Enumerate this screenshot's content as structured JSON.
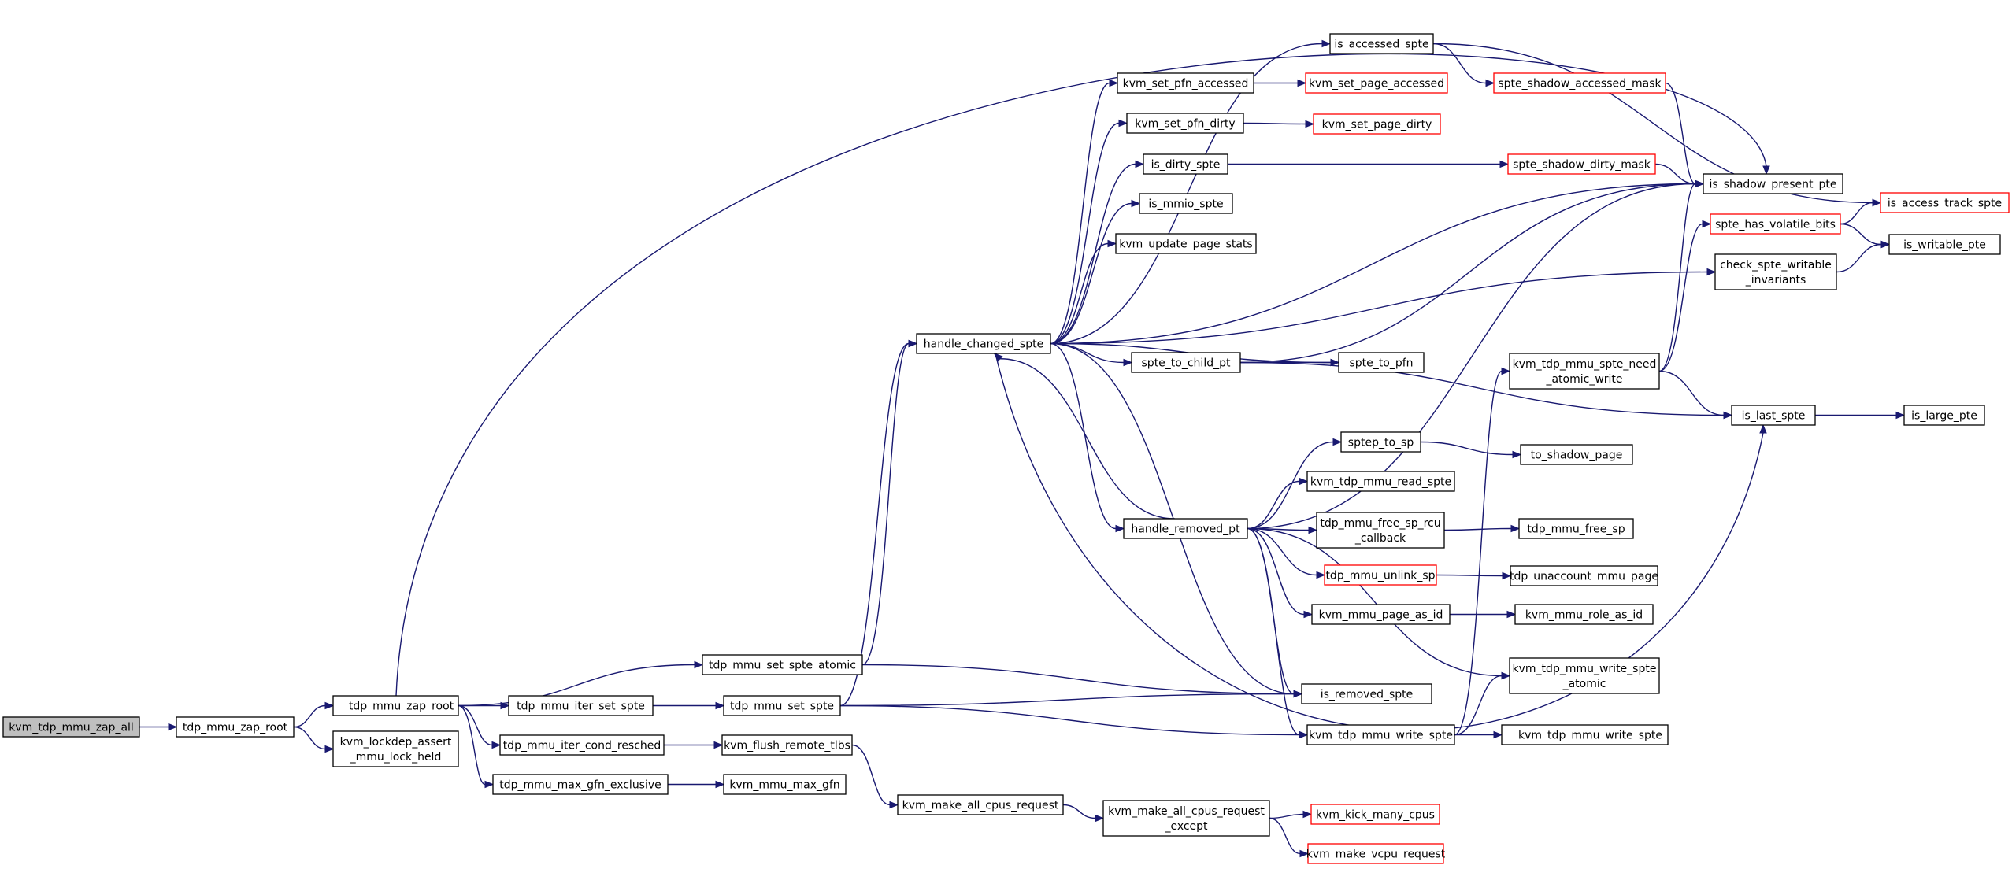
{
  "colors": {
    "edge": "#191970",
    "node_border": "#000000",
    "node_border_external": "#ff0000",
    "node_fill": "#ffffff",
    "root_fill": "#bfbfbf"
  },
  "nodes": {
    "n_zap_all": [
      "kvm_tdp_mmu_zap_all"
    ],
    "n_zap_root": [
      "tdp_mmu_zap_root"
    ],
    "n_zap_root2": [
      "__tdp_mmu_zap_root"
    ],
    "n_lockdep": [
      "kvm_lockdep_assert",
      "_mmu_lock_held"
    ],
    "n_iter_set": [
      "tdp_mmu_iter_set_spte"
    ],
    "n_cond_resched": [
      "tdp_mmu_iter_cond_resched"
    ],
    "n_max_gfn_ex": [
      "tdp_mmu_max_gfn_exclusive"
    ],
    "n_set_atomic": [
      "tdp_mmu_set_spte_atomic"
    ],
    "n_set_spte": [
      "tdp_mmu_set_spte"
    ],
    "n_flush": [
      "kvm_flush_remote_tlbs"
    ],
    "n_max_gfn": [
      "kvm_mmu_max_gfn"
    ],
    "n_all_cpus": [
      "kvm_make_all_cpus_request"
    ],
    "n_all_cpus_ex": [
      "kvm_make_all_cpus_request",
      "_except"
    ],
    "n_kick": [
      "kvm_kick_many_cpus"
    ],
    "n_vcpu_req": [
      "kvm_make_vcpu_request"
    ],
    "n_changed": [
      "handle_changed_spte"
    ],
    "n_removed": [
      "handle_removed_pt"
    ],
    "n_pfn_acc": [
      "kvm_set_pfn_accessed"
    ],
    "n_page_acc": [
      "kvm_set_page_accessed"
    ],
    "n_pfn_dirty": [
      "kvm_set_pfn_dirty"
    ],
    "n_page_dirty": [
      "kvm_set_page_dirty"
    ],
    "n_is_dirty": [
      "is_dirty_spte"
    ],
    "n_is_mmio": [
      "is_mmio_spte"
    ],
    "n_page_stats": [
      "kvm_update_page_stats"
    ],
    "n_to_child": [
      "spte_to_child_pt"
    ],
    "n_to_pfn": [
      "spte_to_pfn"
    ],
    "n_is_accessed": [
      "is_accessed_spte"
    ],
    "n_acc_mask": [
      "spte_shadow_accessed_mask"
    ],
    "n_dirty_mask": [
      "spte_shadow_dirty_mask"
    ],
    "n_shadow_present": [
      "is_shadow_present_pte"
    ],
    "n_access_track": [
      "is_access_track_spte"
    ],
    "n_volatile": [
      "spte_has_volatile_bits"
    ],
    "n_writable": [
      "is_writable_pte"
    ],
    "n_check_writable": [
      "check_spte_writable",
      "_invariants"
    ],
    "n_need_atomic": [
      "kvm_tdp_mmu_spte_need",
      "_atomic_write"
    ],
    "n_is_last": [
      "is_last_spte"
    ],
    "n_is_large": [
      "is_large_pte"
    ],
    "n_sptep_sp": [
      "sptep_to_sp"
    ],
    "n_to_shadow": [
      "to_shadow_page"
    ],
    "n_read_spte": [
      "kvm_tdp_mmu_read_spte"
    ],
    "n_free_rcu": [
      "tdp_mmu_free_sp_rcu",
      "_callback"
    ],
    "n_free_sp": [
      "tdp_mmu_free_sp"
    ],
    "n_unlink": [
      "tdp_mmu_unlink_sp"
    ],
    "n_unaccount": [
      "tdp_unaccount_mmu_page"
    ],
    "n_as_id": [
      "kvm_mmu_page_as_id"
    ],
    "n_role_as_id": [
      "kvm_mmu_role_as_id"
    ],
    "n_write_atomic": [
      "kvm_tdp_mmu_write_spte",
      "_atomic"
    ],
    "n_is_removed": [
      "is_removed_spte"
    ],
    "n_write_spte": [
      "kvm_tdp_mmu_write_spte"
    ],
    "n_write_spte2": [
      "__kvm_tdp_mmu_write_spte"
    ]
  }
}
